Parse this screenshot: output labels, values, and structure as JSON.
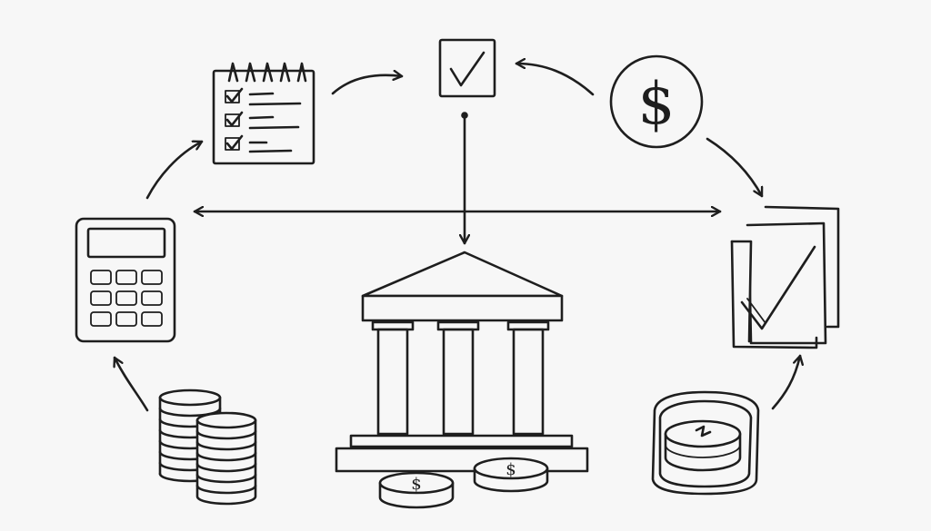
{
  "diagram": {
    "style": "hand-drawn line sketch",
    "ink_color": "#1e1e1e",
    "background_color": "#f7f7f7",
    "nodes": [
      {
        "id": "checklist",
        "icon": "checklist-notepad-icon"
      },
      {
        "id": "approval",
        "icon": "checkbox-checked-icon"
      },
      {
        "id": "dollar",
        "icon": "dollar-coin-icon",
        "glyph": "$"
      },
      {
        "id": "calculator",
        "icon": "calculator-icon"
      },
      {
        "id": "bank",
        "icon": "bank-building-icon"
      },
      {
        "id": "documents",
        "icon": "approved-documents-icon"
      },
      {
        "id": "coin-stacks",
        "icon": "coin-stacks-icon"
      },
      {
        "id": "bank-coins",
        "icon": "dollar-coins-icon",
        "glyph": "$"
      },
      {
        "id": "wallet",
        "icon": "coin-wallet-icon"
      }
    ],
    "connections": [
      {
        "from": "checklist",
        "to": "approval",
        "type": "curved-arrow"
      },
      {
        "from": "dollar",
        "to": "approval",
        "type": "curved-arrow"
      },
      {
        "from": "dollar",
        "to": "documents",
        "type": "curved-arrow"
      },
      {
        "from": "calculator",
        "to": "checklist",
        "type": "curved-arrow"
      },
      {
        "from": "approval",
        "to": "bank",
        "type": "straight-arrow"
      },
      {
        "from": "calculator",
        "to": "documents",
        "type": "double-headed-arrow"
      },
      {
        "from": "coin-stacks",
        "to": "calculator",
        "type": "curved-arrow"
      },
      {
        "from": "wallet",
        "to": "documents",
        "type": "curved-arrow"
      }
    ]
  }
}
